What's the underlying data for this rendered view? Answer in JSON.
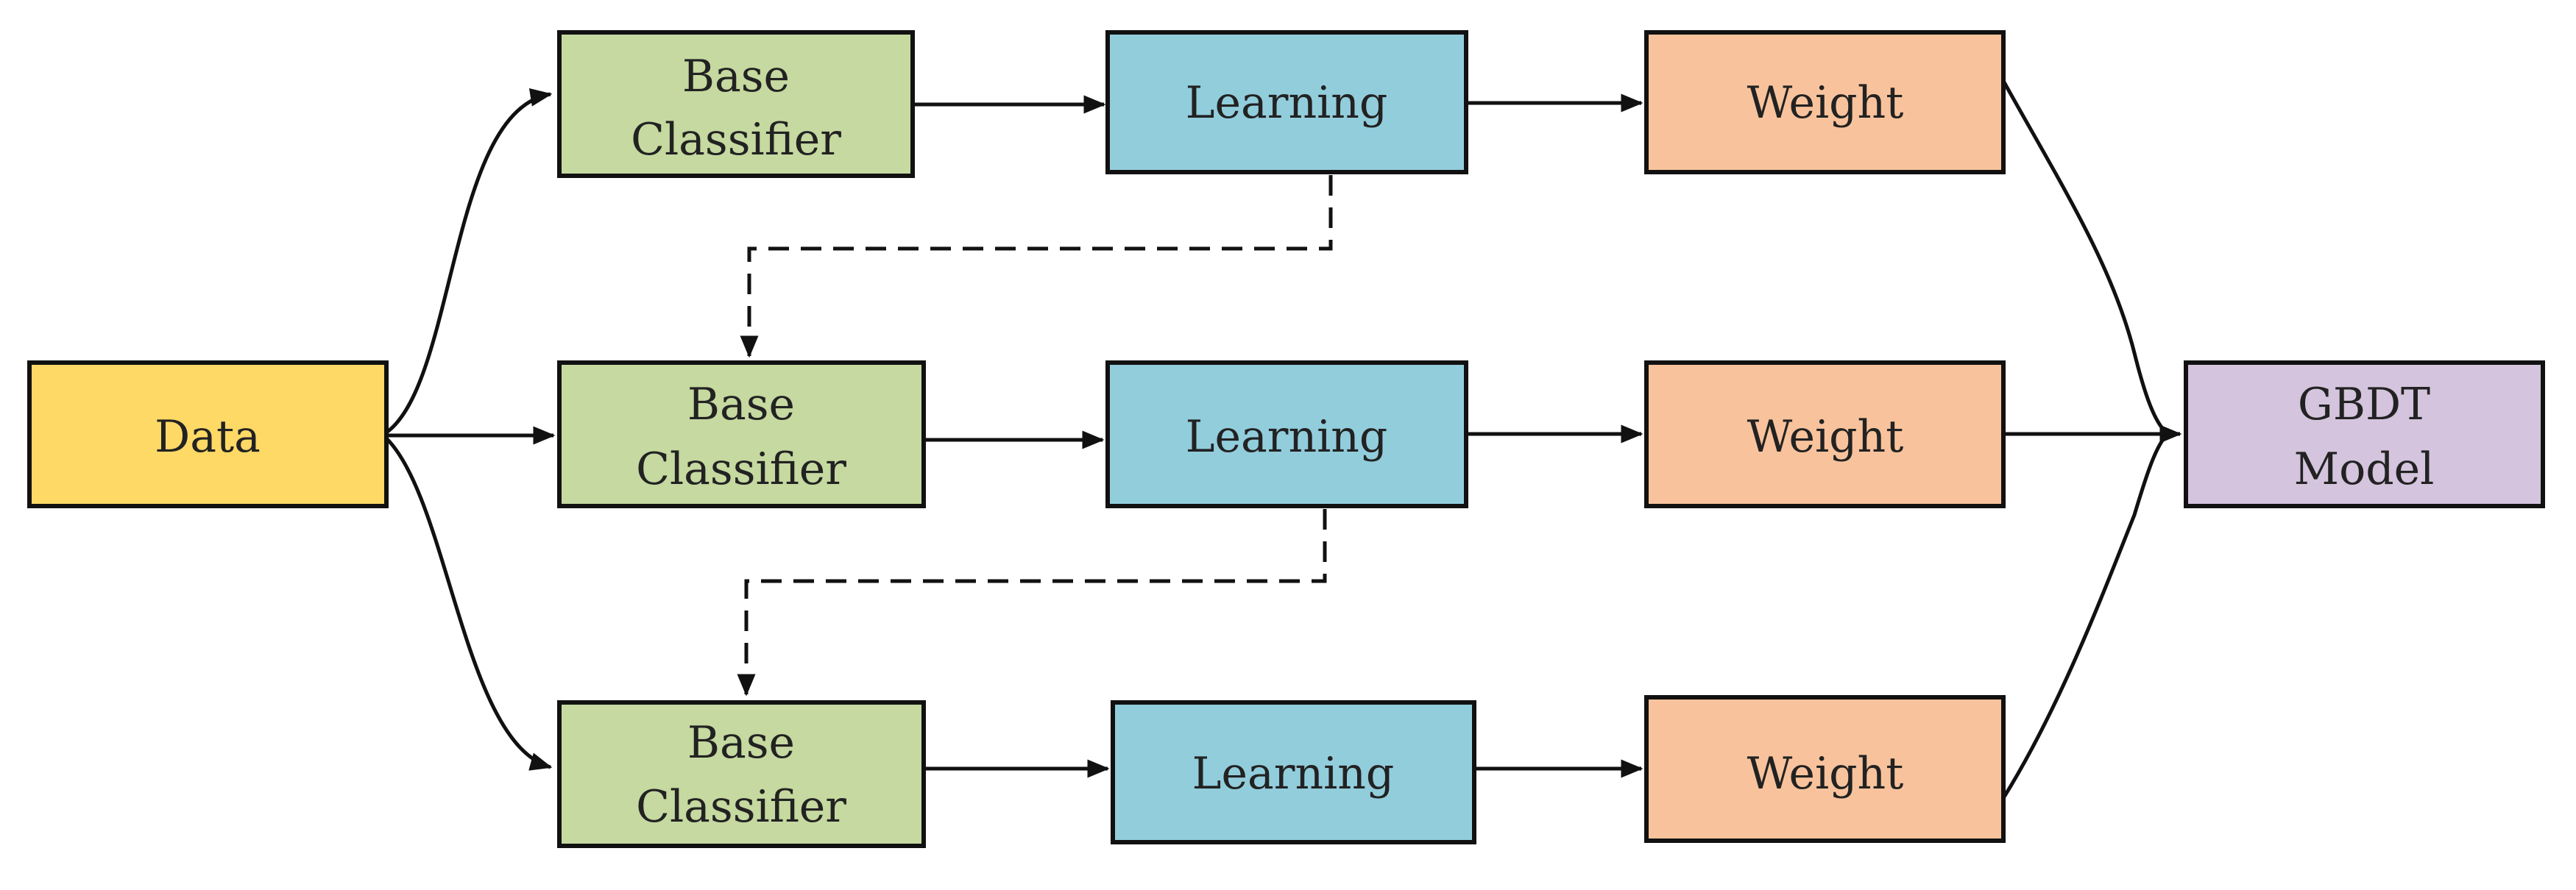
{
  "diagram": {
    "colors": {
      "data": "#FFD966",
      "base_classifier": "#C5D9A0",
      "learning": "#92CDDC",
      "weight": "#F8C39C",
      "model": "#D4C4DD",
      "stroke": "#111111"
    },
    "nodes": {
      "data": {
        "lines": [
          "Data"
        ]
      },
      "base1": {
        "lines": [
          "Base",
          "Classifier"
        ]
      },
      "base2": {
        "lines": [
          "Base",
          "Classifier"
        ]
      },
      "base3": {
        "lines": [
          "Base",
          "Classifier"
        ]
      },
      "learn1": {
        "lines": [
          "Learning"
        ]
      },
      "learn2": {
        "lines": [
          "Learning"
        ]
      },
      "learn3": {
        "lines": [
          "Learning"
        ]
      },
      "weight1": {
        "lines": [
          "Weight"
        ]
      },
      "weight2": {
        "lines": [
          "Weight"
        ]
      },
      "weight3": {
        "lines": [
          "Weight"
        ]
      },
      "model": {
        "lines": [
          "GBDT",
          "Model"
        ]
      }
    },
    "edges": [
      {
        "from": "data",
        "to": "base1",
        "style": "solid"
      },
      {
        "from": "data",
        "to": "base2",
        "style": "solid"
      },
      {
        "from": "data",
        "to": "base3",
        "style": "solid"
      },
      {
        "from": "base1",
        "to": "learn1",
        "style": "solid"
      },
      {
        "from": "base2",
        "to": "learn2",
        "style": "solid"
      },
      {
        "from": "base3",
        "to": "learn3",
        "style": "solid"
      },
      {
        "from": "learn1",
        "to": "weight1",
        "style": "solid"
      },
      {
        "from": "learn2",
        "to": "weight2",
        "style": "solid"
      },
      {
        "from": "learn3",
        "to": "weight3",
        "style": "solid"
      },
      {
        "from": "learn1",
        "to": "base2",
        "style": "dashed"
      },
      {
        "from": "learn2",
        "to": "base3",
        "style": "dashed"
      },
      {
        "from": "weight1",
        "to": "model",
        "style": "solid"
      },
      {
        "from": "weight2",
        "to": "model",
        "style": "solid"
      },
      {
        "from": "weight3",
        "to": "model",
        "style": "solid"
      }
    ]
  }
}
